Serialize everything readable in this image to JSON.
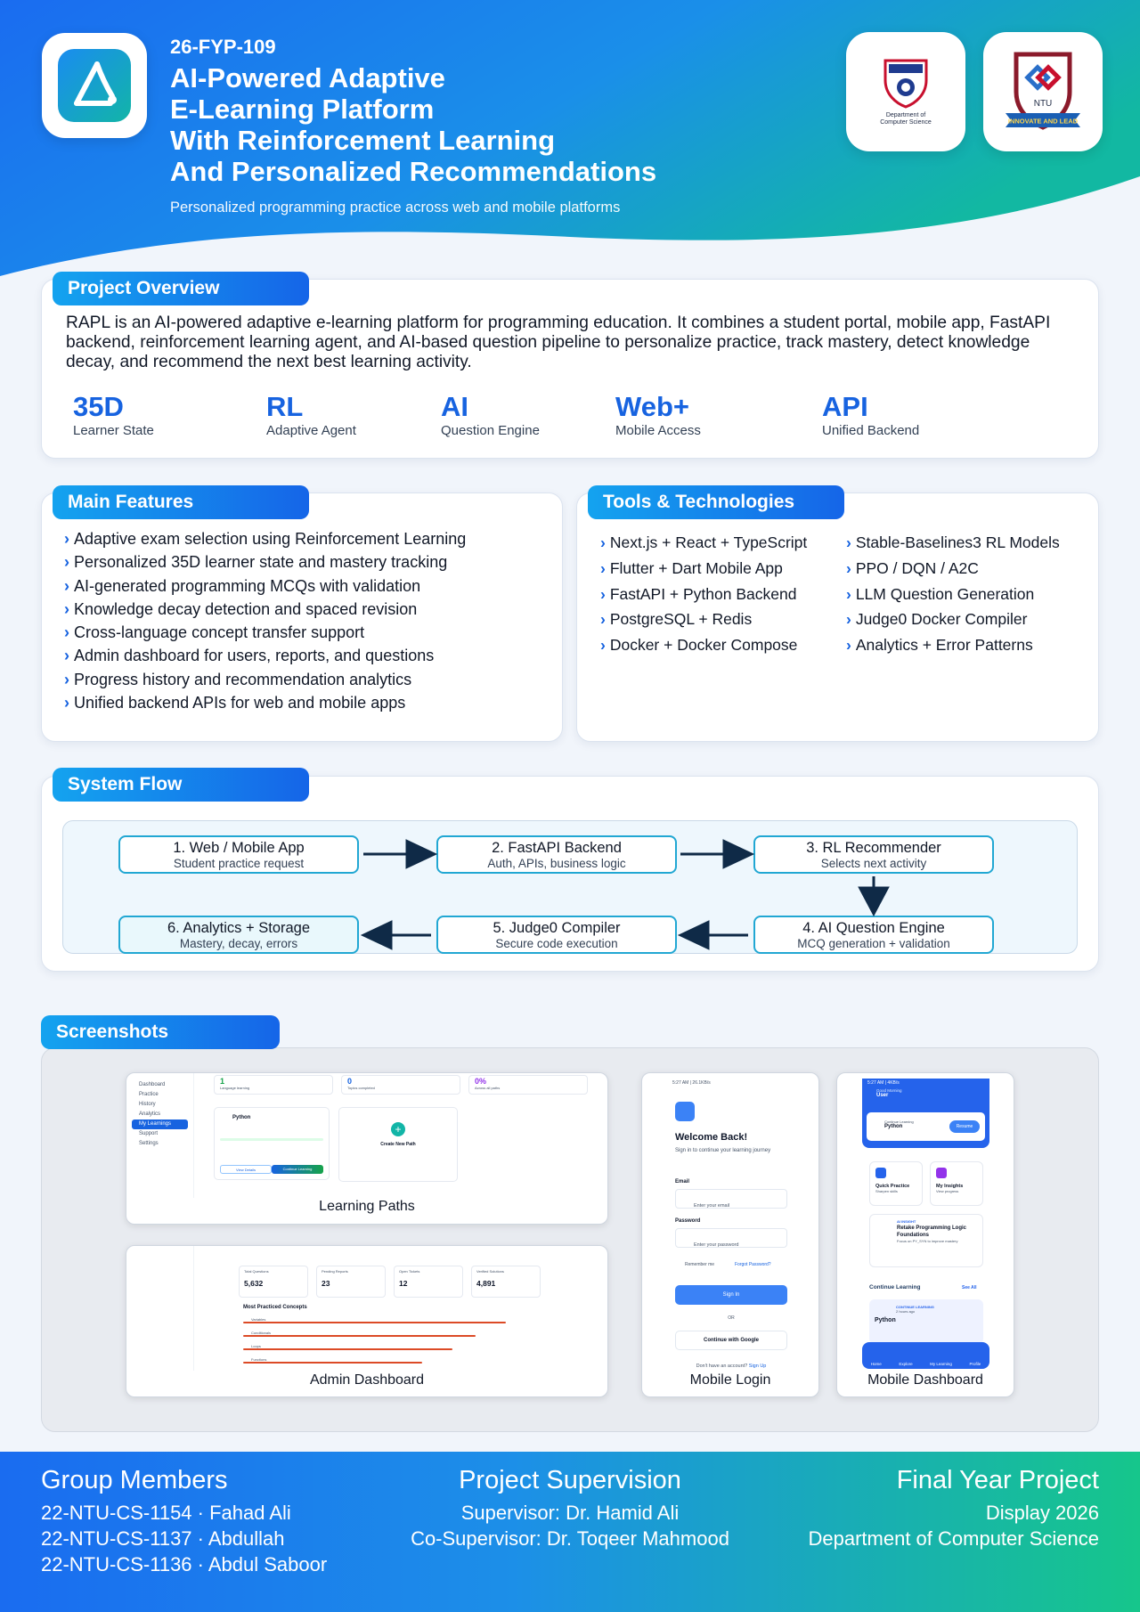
{
  "header": {
    "code": "26-FYP-109",
    "title_lines": [
      "AI-Powered Adaptive",
      "E-Learning Platform",
      "With Reinforcement Learning",
      "And Personalized Recommendations"
    ],
    "subtitle": "Personalized programming practice across web and mobile platforms",
    "dept_badge": "Department of Computer Science",
    "ntu_badge_text": "NTU",
    "ntu_ribbon": "INNOVATE AND LEAD"
  },
  "overview": {
    "heading": "Project Overview",
    "text": "RAPL is an AI-powered adaptive e-learning platform for programming education. It combines a student portal, mobile app, FastAPI backend, reinforcement learning agent, and AI-based question pipeline to personalize practice, track mastery, detect knowledge decay, and recommend the next best learning activity.",
    "stats": [
      {
        "value": "35D",
        "label": "Learner State"
      },
      {
        "value": "RL",
        "label": "Adaptive Agent"
      },
      {
        "value": "AI",
        "label": "Question Engine"
      },
      {
        "value": "Web+",
        "label": "Mobile Access"
      },
      {
        "value": "API",
        "label": "Unified Backend"
      }
    ]
  },
  "features": {
    "heading": "Main Features",
    "items": [
      "Adaptive exam selection using Reinforcement Learning",
      "Personalized 35D learner state and mastery tracking",
      "AI-generated programming MCQs with validation",
      "Knowledge decay detection and spaced revision",
      "Cross-language concept transfer support",
      "Admin dashboard for users, reports, and questions",
      "Progress history and recommendation analytics",
      "Unified backend APIs for web and mobile apps"
    ]
  },
  "tools": {
    "heading": "Tools & Technologies",
    "left": [
      "Next.js + React + TypeScript",
      "Flutter + Dart Mobile App",
      "FastAPI + Python Backend",
      "PostgreSQL + Redis",
      "Docker + Docker Compose"
    ],
    "right": [
      "Stable-Baselines3 RL Models",
      "PPO / DQN / A2C",
      "LLM Question Generation",
      "Judge0 Docker Compiler",
      "Analytics + Error Patterns"
    ]
  },
  "flow": {
    "heading": "System Flow",
    "steps": [
      {
        "title": "1. Web / Mobile App",
        "sub": "Student practice request"
      },
      {
        "title": "2. FastAPI Backend",
        "sub": "Auth, APIs, business logic"
      },
      {
        "title": "3. RL Recommender",
        "sub": "Selects next activity"
      },
      {
        "title": "4. AI Question Engine",
        "sub": "MCQ generation + validation"
      },
      {
        "title": "5. Judge0 Compiler",
        "sub": "Secure code execution"
      },
      {
        "title": "6. Analytics + Storage",
        "sub": "Mastery, decay, errors"
      }
    ]
  },
  "screenshots": {
    "heading": "Screenshots",
    "captions": {
      "learning": "Learning Paths",
      "admin": "Admin Dashboard",
      "login": "Mobile Login",
      "mobile_dash": "Mobile Dashboard"
    },
    "learning": {
      "nav": [
        "Dashboard",
        "Practice",
        "History",
        "Analytics",
        "My Learnings",
        "Support",
        "Settings"
      ],
      "stats": [
        {
          "value": "1",
          "label": "Language learning"
        },
        {
          "value": "0",
          "label": "Topics completed"
        },
        {
          "value": "0%",
          "label": "Across all paths"
        }
      ],
      "course": "Python",
      "new_path": "Create New Path",
      "view_details": "View Details",
      "continue": "Continue Learning"
    },
    "admin": {
      "cards": [
        {
          "label": "Total Questions",
          "value": "5,632"
        },
        {
          "label": "Pending Reports",
          "value": "23"
        },
        {
          "label": "Open Tickets",
          "value": "12"
        },
        {
          "label": "Verified Solutions",
          "value": "4,891"
        }
      ],
      "concepts_title": "Most Practiced Concepts",
      "concepts": [
        "Variables",
        "Conditionals",
        "Loops",
        "Functions"
      ]
    },
    "login": {
      "status_time": "5:27 AM | 26.1KB/s",
      "title": "Welcome Back!",
      "subtitle": "Sign in to continue your learning journey",
      "email_label": "Email",
      "email_placeholder": "Enter your email",
      "password_label": "Password",
      "password_placeholder": "Enter your password",
      "remember": "Remember me",
      "forgot": "Forgot Password?",
      "sign_in": "Sign In",
      "or": "OR",
      "google": "Continue with Google",
      "no_account": "Don't have an account?",
      "sign_up": "Sign Up"
    },
    "mobile_dash": {
      "status_time": "5:27 AM | 4KB/s",
      "greeting": "Good Morning",
      "user": "User",
      "continue_label": "Continue Learning",
      "course": "Python",
      "resume": "Resume",
      "quick_practice": "Quick Practice",
      "quick_sub": "Sharpen skills",
      "insights": "My Insights",
      "insights_sub": "View progress",
      "ai_insight": "AI INSIGHT",
      "retake": "Retake Programming Logic Foundations",
      "retake_sub": "Focus on PY_SYN to improve mastery",
      "continue_learning": "Continue Learning",
      "see_all": "See All",
      "cl_tag": "CONTINUE LEARNING",
      "cl_time": "2 hours ago",
      "cl_course": "Python",
      "tabs": [
        "Home",
        "Explore",
        "My Learning",
        "Profile"
      ]
    }
  },
  "footer": {
    "members_heading": "Group Members",
    "members": [
      "22-NTU-CS-1154 · Fahad Ali",
      "22-NTU-CS-1137 · Abdullah",
      "22-NTU-CS-1136 · Abdul Saboor"
    ],
    "supervision_heading": "Project Supervision",
    "supervisor": "Supervisor: Dr. Hamid Ali",
    "co_supervisor": "Co-Supervisor: Dr. Toqeer Mahmood",
    "fyp_heading": "Final Year Project",
    "display": "Display 2026",
    "department": "Department of Computer Science"
  },
  "colors": {
    "accent": "#1763e0",
    "teal": "#12b5a7",
    "flow_border": "#21a7d3",
    "arrow": "#0f2a47"
  }
}
